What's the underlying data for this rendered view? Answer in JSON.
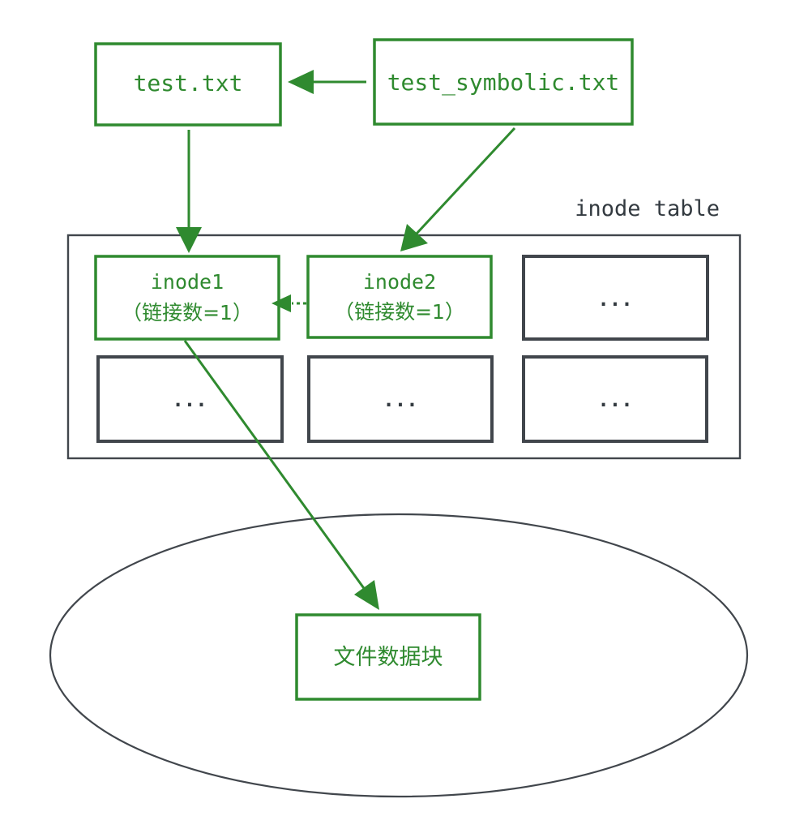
{
  "nodes": {
    "test_txt": "test.txt",
    "test_symbolic_txt": "test_symbolic.txt",
    "inode_table_label": "inode table",
    "inode1_name": "inode1",
    "inode1_links": "（链接数=1）",
    "inode2_name": "inode2",
    "inode2_links": "（链接数=1）",
    "placeholder": "...",
    "data_block": "文件数据块"
  },
  "colors": {
    "accent": "#2f8a2f",
    "outline": "#41464c"
  }
}
